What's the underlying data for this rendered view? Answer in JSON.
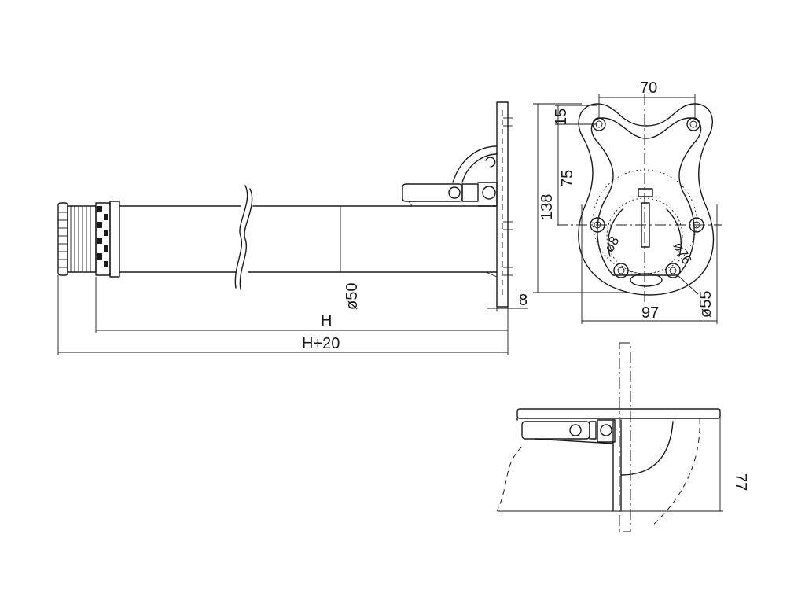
{
  "dimensions": {
    "width_70": "70",
    "offset_15": "15",
    "height_75": "75",
    "height_138": "138",
    "dia_8": "ø8",
    "dia_76": "ø76",
    "width_97": "97",
    "dia_55": "ø55",
    "tube_dia_50": "ø50",
    "plate_8": "8",
    "length_H": "H",
    "length_H20": "H+20",
    "height_77": "77"
  }
}
